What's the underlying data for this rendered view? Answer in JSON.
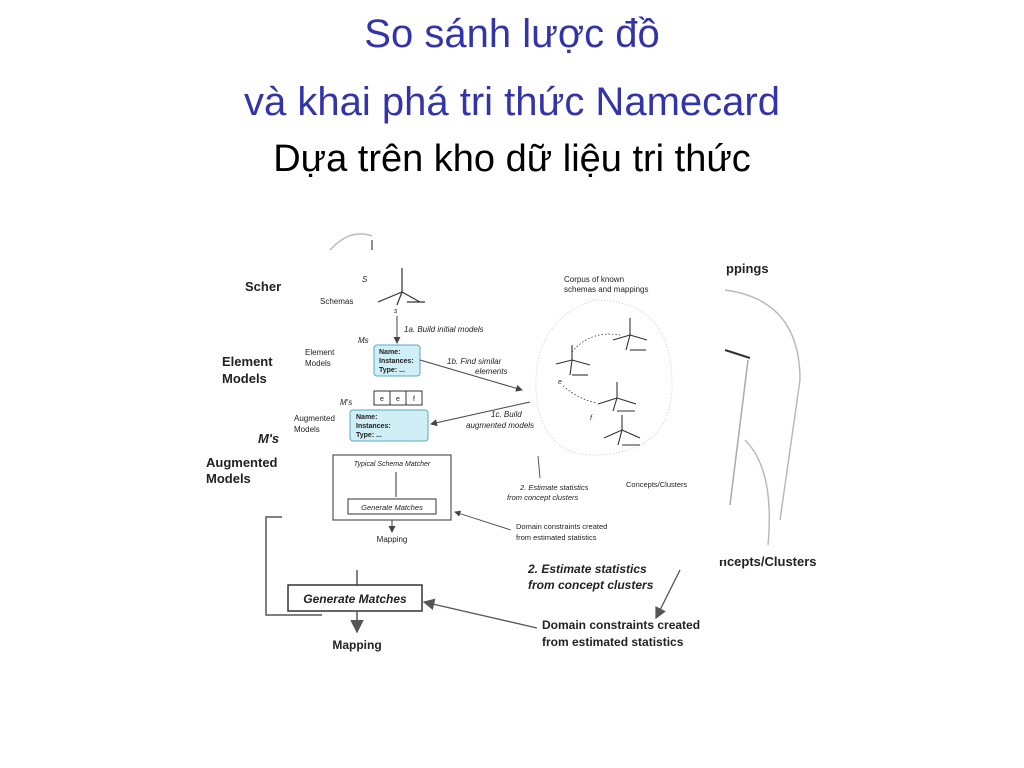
{
  "title": {
    "line1": "So sánh lược đồ",
    "line2": "và khai phá tri thức Namecard",
    "line3": "Dựa trên kho dữ liệu tri thức"
  },
  "background_diagram": {
    "schemas_label": "Scher",
    "element_models_line1": "Element",
    "element_models_line2": "Models",
    "ms_prime_label": "M's",
    "augmented_models_line1": "Augmented",
    "augmented_models_line2": "Models",
    "mappings_label": "ppings",
    "concepts_clusters_label": "ncepts/Clusters",
    "estimate_line1": "2. Estimate statistics",
    "estimate_line2": "from concept clusters",
    "generate_matches": "Generate Matches",
    "mapping": "Mapping",
    "domain_line1": "Domain constraints created",
    "domain_line2": "from estimated statistics"
  },
  "inset_diagram": {
    "s_label": "S",
    "schemas": "Schemas",
    "s_node": "s",
    "step_1a": "1a. Build initial models",
    "ms_label": "Ms",
    "element_models_line1": "Element",
    "element_models_line2": "Models",
    "model1": [
      "Name:",
      "Instances:",
      "Type:  ..."
    ],
    "step_1b_line1": "1b. Find similar",
    "step_1b_line2": "elements",
    "tags": [
      "e",
      "e",
      "f"
    ],
    "ms_prime_label": "M's",
    "augmented_models_line1": "Augmented",
    "augmented_models_line2": "Models",
    "model2": [
      "Name:",
      "Instances:",
      "Type:  ..."
    ],
    "step_1c_line1": "1c. Build",
    "step_1c_line2": "augmented models",
    "corpus_line1": "Corpus of known",
    "corpus_line2": "schemas and mappings",
    "e_node": "e",
    "f_node": "f",
    "typical_matcher": "Typical Schema Matcher",
    "generate_matches": "Generate Matches",
    "mapping": "Mapping",
    "estimate_line1": "2. Estimate statistics",
    "estimate_line2": "from concept clusters",
    "concepts_clusters": "Concepts/Clusters",
    "domain_line1": "Domain constraints created",
    "domain_line2": "from estimated statistics"
  },
  "colors": {
    "title_blue": "#3333aa",
    "model_box_fill": "#cfeef5",
    "model_box_stroke": "#5aa9c0",
    "line_gray": "#444444",
    "faint_gray": "#bbbbbb"
  }
}
